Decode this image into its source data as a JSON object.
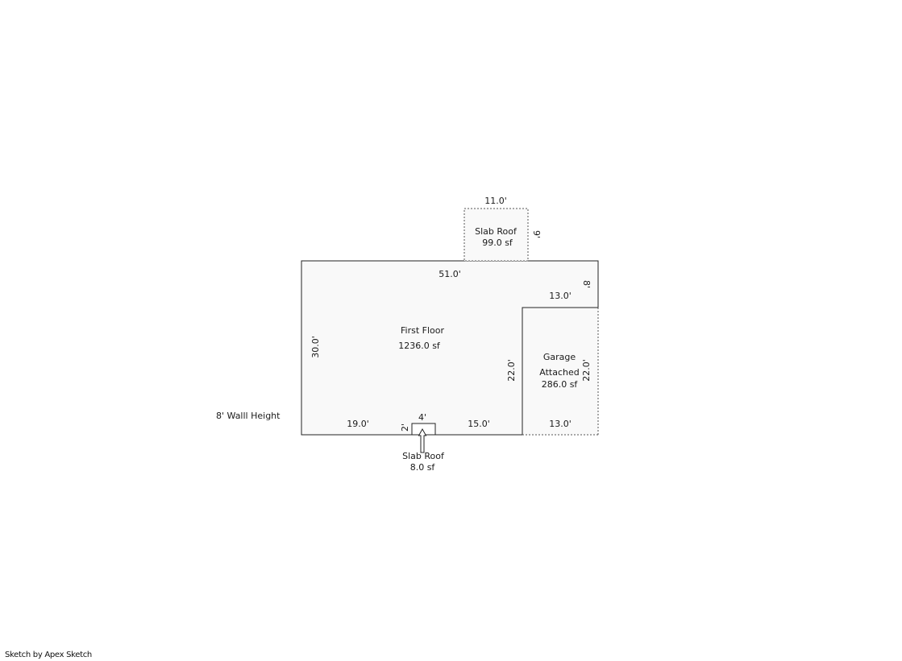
{
  "upper_slab_roof": {
    "name": "Slab Roof",
    "area": "99.0 sf",
    "top_dim": "11.0'",
    "side_dim": "9'"
  },
  "first_floor": {
    "name": "First Floor",
    "area": "1236.0 sf",
    "top_dim": "51.0'",
    "left_dim": "30.0'",
    "bottom_left_dim": "19.0'",
    "bottom_right_dim": "15.0'",
    "notch_right_dim": "8'",
    "notch_top_dim": "13.0'",
    "garage_wall_dim": "22.0'"
  },
  "garage": {
    "name_line1": "Garage",
    "name_line2": "Attached",
    "area": "286.0 sf",
    "side_dim": "22.0'",
    "bottom_dim": "13.0'"
  },
  "entry_slab_roof": {
    "name": "Slab Roof",
    "area": "8.0 sf",
    "width_dim": "4'",
    "depth_dim": "2'"
  },
  "wall_height_note": "8' Walll Height",
  "credit": "Sketch by Apex Sketch",
  "colors": {
    "floor_fill": "#f9f9f9",
    "line": "#222222",
    "dotted_line": "#555555"
  }
}
